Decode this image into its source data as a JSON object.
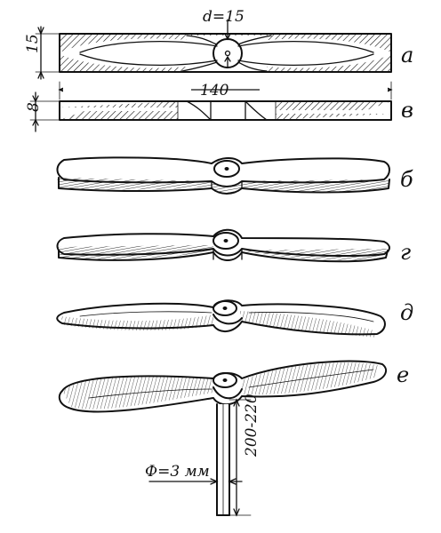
{
  "stages": [
    {
      "id": "a",
      "label": "а"
    },
    {
      "id": "v",
      "label": "в"
    },
    {
      "id": "b",
      "label": "б"
    },
    {
      "id": "g",
      "label": "г"
    },
    {
      "id": "d",
      "label": "д"
    },
    {
      "id": "e",
      "label": "е"
    }
  ],
  "dimensions": {
    "hub_diameter": "d=15",
    "block_height": "15",
    "total_length": "140",
    "block_thickness": "8",
    "axle_diameter": "Ф=3 мм",
    "axle_length": "200-220"
  },
  "colors": {
    "ink": "#111111",
    "paper": "#ffffff"
  }
}
